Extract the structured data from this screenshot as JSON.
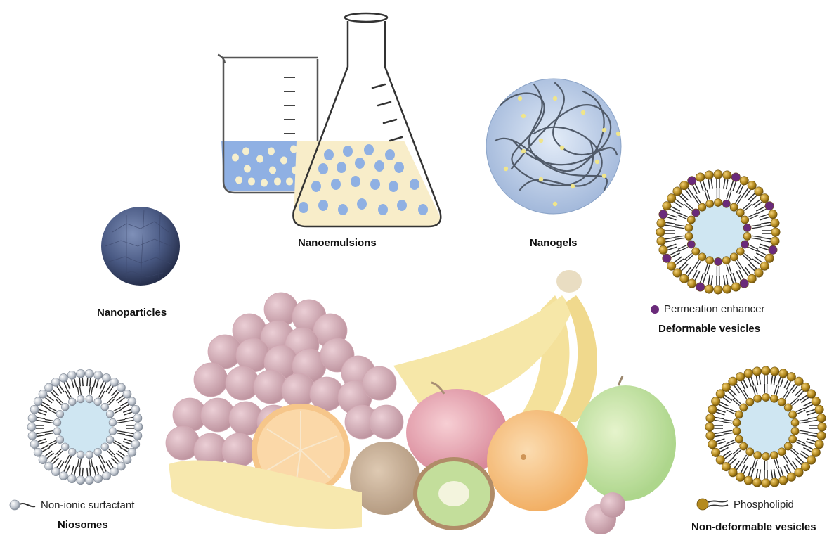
{
  "labels": {
    "nanoemulsions": "Nanoemulsions",
    "nanogels": "Nanogels",
    "nanoparticles": "Nanoparticles",
    "deformable_vesicles": "Deformable vesicles",
    "niosomes": "Niosomes",
    "non_deformable_vesicles": "Non-deformable vesicles"
  },
  "legends": {
    "permeation_enhancer": "Permeation enhancer",
    "non_ionic_surfactant": "Non-ionic surfactant",
    "phospholipid": "Phospholipid"
  },
  "colors": {
    "gold_head": "#b48a1e",
    "purple_enhancer": "#6a2a7a",
    "silver_head": "#c7ccd4",
    "vesicle_core": "#cfe6f2",
    "nanogel_sphere": "#a9c0df",
    "emulsion_blue": "#8fb0e3",
    "emulsion_cream": "#f8edc9",
    "nanoparticle": "#48587f"
  },
  "icons": {
    "fruits": "fruit-arrangement-image",
    "beaker": "beaker-icon",
    "flask": "erlenmeyer-flask-icon"
  }
}
